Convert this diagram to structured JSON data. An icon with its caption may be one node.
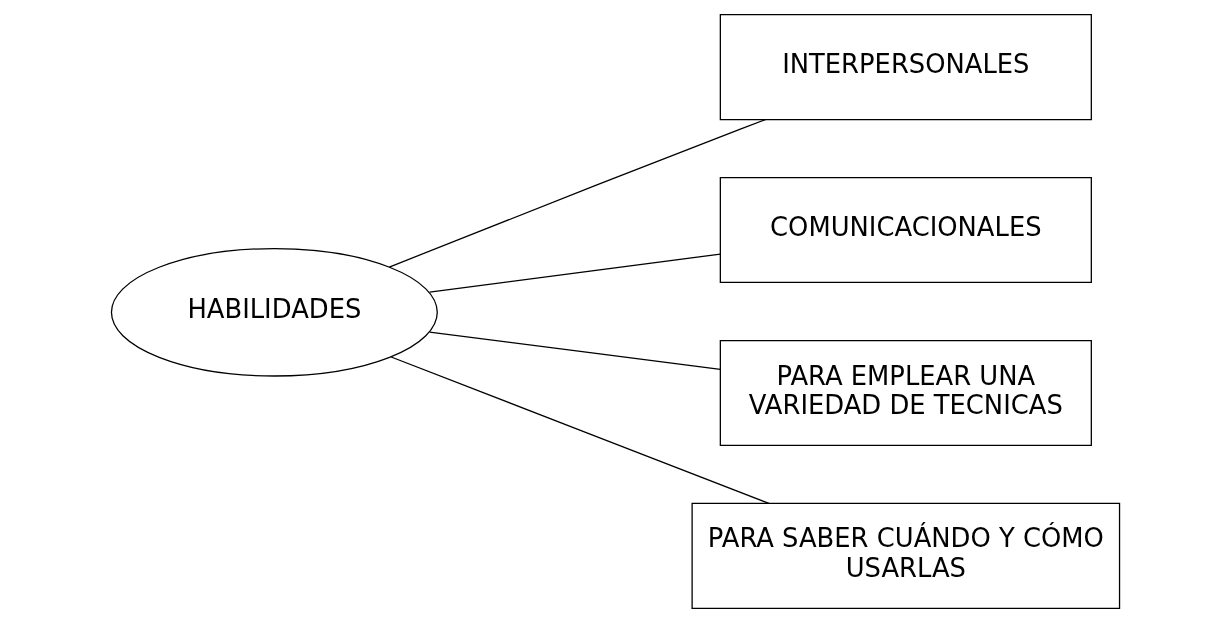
{
  "diagram": {
    "nodes": [
      {
        "text": [
          "HABILIDADES"
        ]
      },
      {
        "text": [
          "INTERPERSONALES"
        ]
      },
      {
        "text": [
          "COMUNICACIONALES"
        ]
      },
      {
        "text": [
          "PARA EMPLEAR UNA VARIEDAD DE TECNICAS"
        ]
      },
      {
        "text": [
          "PARA SABER CUÁNDO Y CÓMO USARLAS"
        ]
      }
    ],
    "edges": [
      {
        "from": 0,
        "to": 1,
        "arrow": "none"
      },
      {
        "from": 0,
        "to": 2,
        "arrow": "none"
      },
      {
        "from": 0,
        "to": 3,
        "arrow": "none"
      },
      {
        "from": 0,
        "to": 4,
        "arrow": "none"
      }
    ]
  }
}
